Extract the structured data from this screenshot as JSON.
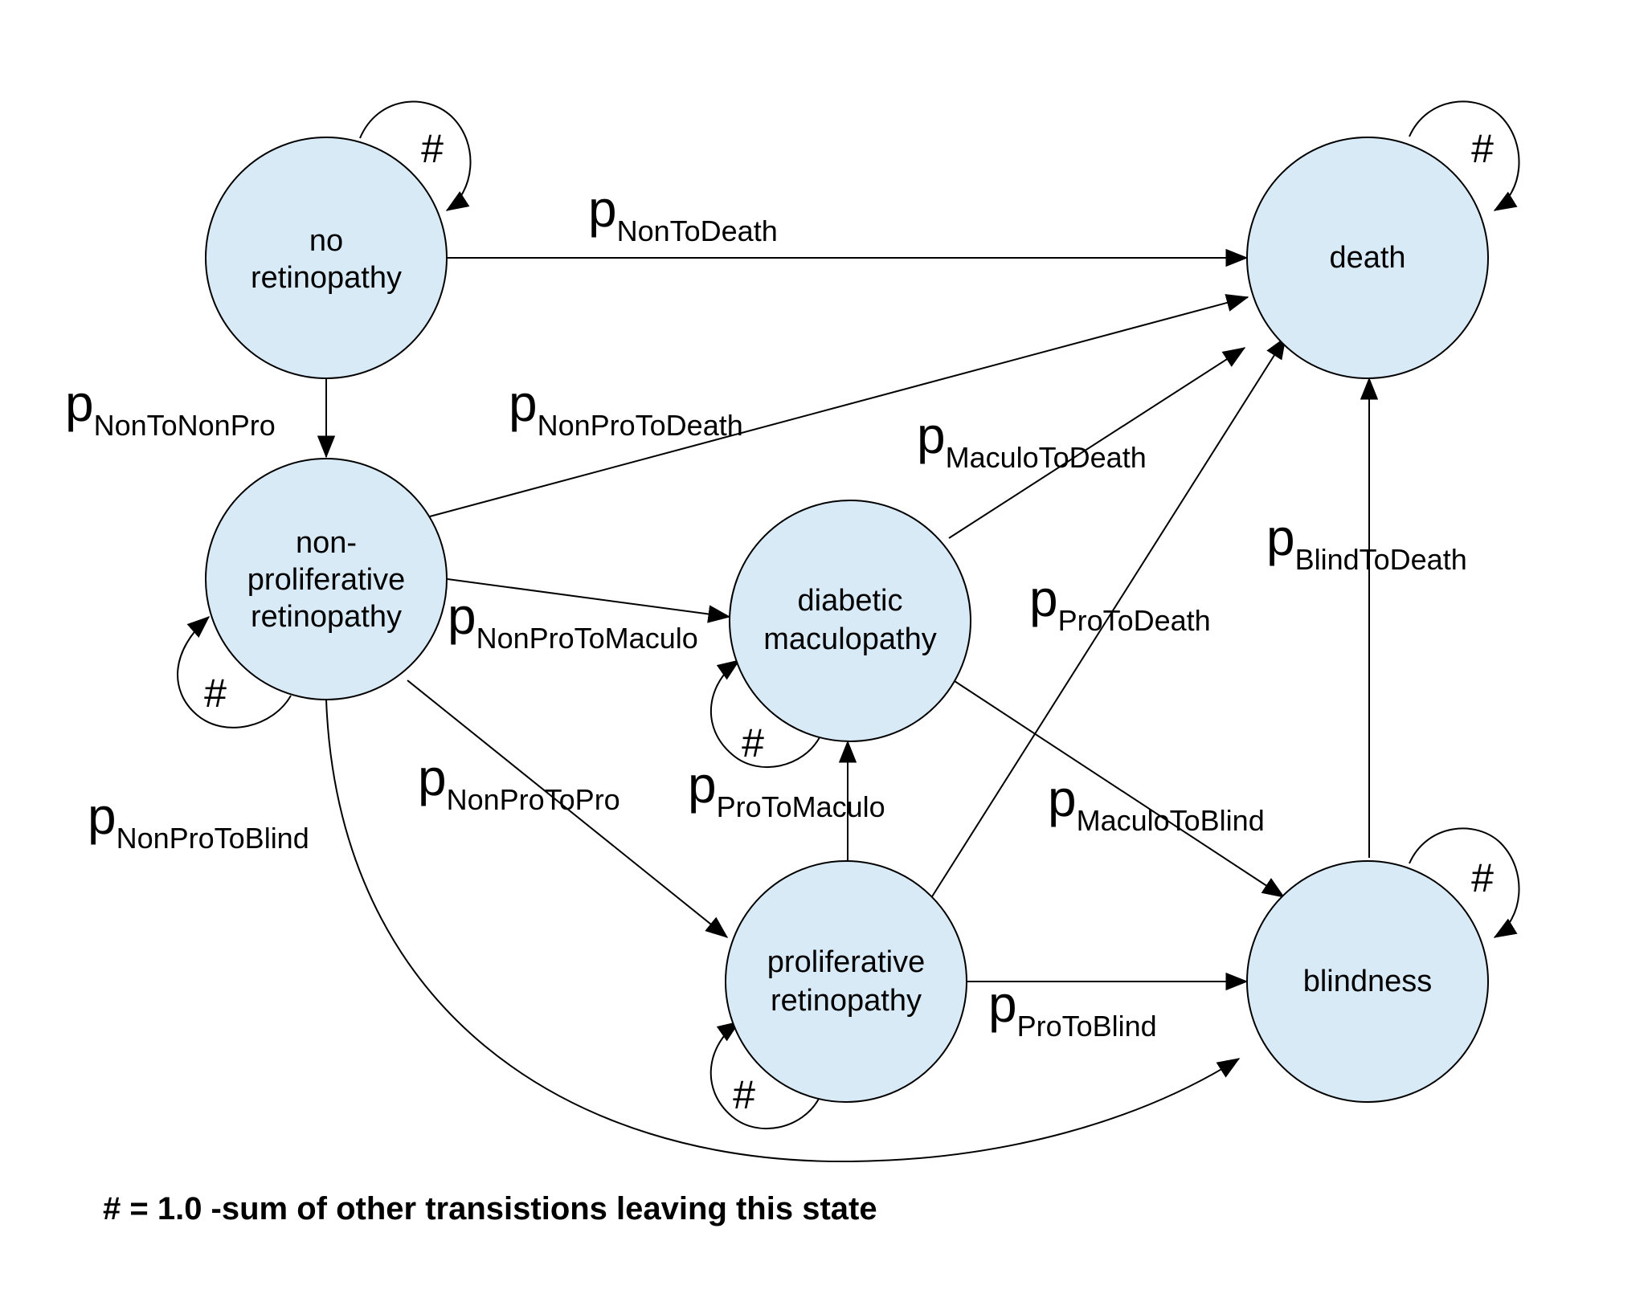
{
  "diagram": {
    "type": "state-transition",
    "colors": {
      "node_fill": "#d9eaf7",
      "stroke": "#000000"
    },
    "states": [
      {
        "id": "noret",
        "lines": [
          "no",
          "retinopathy"
        ],
        "self_loop": "#"
      },
      {
        "id": "death",
        "lines": [
          "death"
        ],
        "self_loop": "#"
      },
      {
        "id": "nonpro",
        "lines": [
          "non-",
          "proliferative",
          "retinopathy"
        ],
        "self_loop": "#"
      },
      {
        "id": "maculo",
        "lines": [
          "diabetic",
          "maculopathy"
        ],
        "self_loop": "#"
      },
      {
        "id": "pro",
        "lines": [
          "proliferative",
          "retinopathy"
        ],
        "self_loop": "#"
      },
      {
        "id": "blind",
        "lines": [
          "blindness"
        ],
        "self_loop": "#"
      }
    ],
    "transitions": [
      {
        "from": "noret",
        "to": "death",
        "symbol": "p",
        "subscript": "NonToDeath"
      },
      {
        "from": "noret",
        "to": "nonpro",
        "symbol": "p",
        "subscript": "NonToNonPro"
      },
      {
        "from": "nonpro",
        "to": "death",
        "symbol": "p",
        "subscript": "NonProToDeath"
      },
      {
        "from": "maculo",
        "to": "death",
        "symbol": "p",
        "subscript": "MaculoToDeath"
      },
      {
        "from": "blind",
        "to": "death",
        "symbol": "p",
        "subscript": "BlindToDeath"
      },
      {
        "from": "pro",
        "to": "death",
        "symbol": "p",
        "subscript": "ProToDeath"
      },
      {
        "from": "nonpro",
        "to": "maculo",
        "symbol": "p",
        "subscript": "NonProToMaculo"
      },
      {
        "from": "nonpro",
        "to": "pro",
        "symbol": "p",
        "subscript": "NonProToPro"
      },
      {
        "from": "pro",
        "to": "maculo",
        "symbol": "p",
        "subscript": "ProToMaculo"
      },
      {
        "from": "maculo",
        "to": "blind",
        "symbol": "p",
        "subscript": "MaculoToBlind"
      },
      {
        "from": "nonpro",
        "to": "blind",
        "symbol": "p",
        "subscript": "NonProToBlind"
      },
      {
        "from": "pro",
        "to": "blind",
        "symbol": "p",
        "subscript": "ProToBlind"
      }
    ],
    "footnote": "# = 1.0 -sum of other transistions leaving this state"
  }
}
